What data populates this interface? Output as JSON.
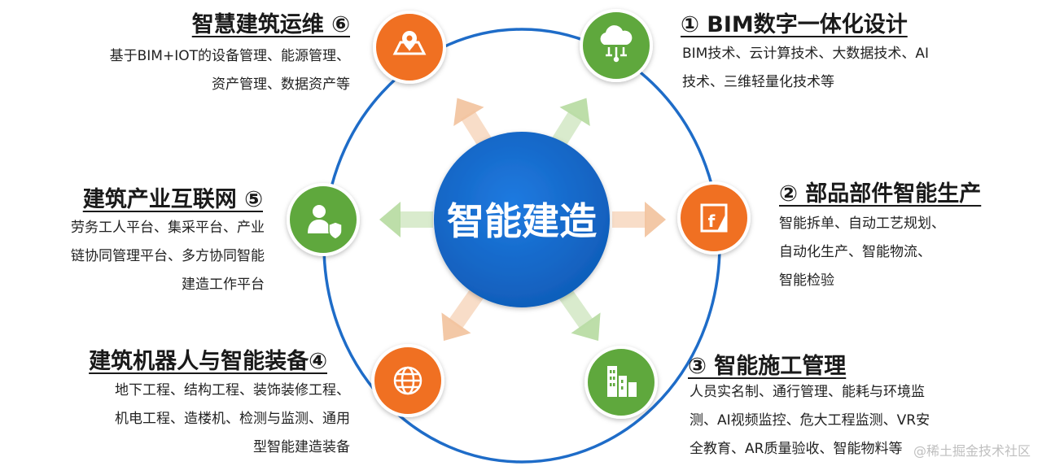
{
  "center": {
    "label": "智能建造",
    "color": "#1565c8"
  },
  "colors": {
    "orange": "#f07020",
    "green": "#5fa83c",
    "ring": "#1e6cc8"
  },
  "nodes": [
    {
      "id": "ops",
      "icon": "map-pin-icon",
      "title": "智慧建筑运维 ⑥",
      "lines": [
        "基于BIM+IOT的设备管理、能源管理、",
        "资产管理、数据资产等"
      ]
    },
    {
      "id": "bim",
      "icon": "cloud-network-icon",
      "title": "① BIM数字一体化设计",
      "lines": [
        "BIM技术、云计算技术、大数据技术、AI",
        "技术、三维轻量化技术等"
      ]
    },
    {
      "id": "prod",
      "icon": "document-f-icon",
      "title": "② 部品部件智能生产",
      "lines": [
        "智能拆单、自动工艺规划、",
        "自动化生产、智能物流、",
        "智能检验"
      ]
    },
    {
      "id": "site",
      "icon": "buildings-icon",
      "title": "③ 智能施工管理",
      "lines": [
        "人员实名制、通行管理、能耗与环境监",
        "测、AI视频监控、危大工程监测、VR安",
        "全教育、AR质量验收、智能物料等"
      ]
    },
    {
      "id": "robot",
      "icon": "globe-icon",
      "title": "建筑机器人与智能装备④",
      "lines": [
        "地下工程、结构工程、装饰装修工程、",
        "机电工程、造楼机、检测与监测、通用",
        "型智能建造装备"
      ]
    },
    {
      "id": "net",
      "icon": "user-shield-icon",
      "title": "建筑产业互联网 ⑤",
      "lines": [
        "劳务工人平台、集采平台、产业",
        "链协同管理平台、多方协同智能",
        "建造工作平台"
      ]
    }
  ],
  "watermark": "@稀土掘金技术社区"
}
